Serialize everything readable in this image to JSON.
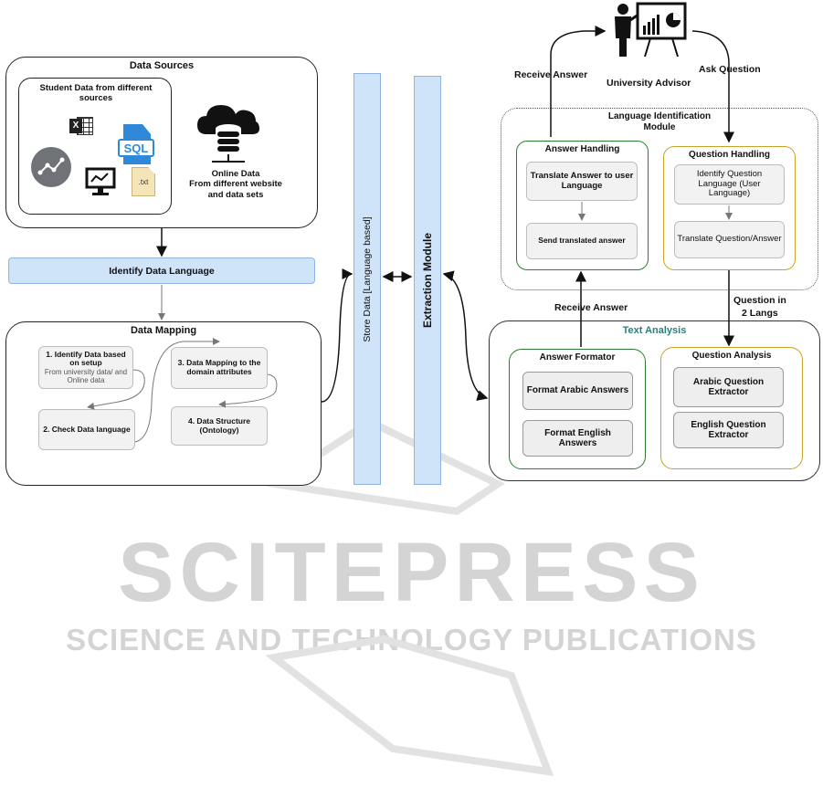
{
  "watermark": {
    "main": "SCITEPRESS",
    "sub": "SCIENCE AND TECHNOLOGY PUBLICATIONS"
  },
  "data_sources": {
    "title": "Data Sources",
    "student_label": "Student Data from different sources",
    "sql_label": "SQL",
    "excel_label": "X",
    "txt_label": ".txt",
    "online_line1": "Online Data",
    "online_line2": "From different website",
    "online_line3": "and  data sets"
  },
  "identify_language": {
    "label": "Identify Data Language"
  },
  "data_mapping": {
    "title": "Data Mapping",
    "step1_title": "1. Identify Data based on setup",
    "step1_sub": "From university data/ and Online data",
    "step2": "2. Check Data language",
    "step3": "3. Data Mapping to the domain attributes",
    "step4": "4. Data Structure (Ontology)"
  },
  "store_data": {
    "label": "Store Data [Language based]"
  },
  "extraction": {
    "label": "Extraction Module"
  },
  "advisor": {
    "label": "University Advisor",
    "receive_answer": "Receive Answer",
    "ask_question": "Ask Question"
  },
  "language_module": {
    "title_line1": "Language Identification",
    "title_line2": "Module",
    "answer_handling": {
      "title": "Answer Handling",
      "translate": "Translate Answer to user Language",
      "send": "Send translated answer"
    },
    "question_handling": {
      "title": "Question Handling",
      "identify": "Identify Question Language (User Language)",
      "translate": "Translate Question/Answer"
    }
  },
  "connector_labels": {
    "receive_answer": "Receive Answer",
    "question_line1": "Question in",
    "question_line2": "2 Langs"
  },
  "text_analysis": {
    "title": "Text Analysis",
    "answer_formator": {
      "title": "Answer Formator",
      "arabic": "Format Arabic Answers",
      "english": "Format English Answers"
    },
    "question_analysis": {
      "title": "Question Analysis",
      "arabic": "Arabic Question Extractor",
      "english": "English Question Extractor"
    }
  },
  "colors": {
    "bar_fill": "#cfe3f9",
    "answer_border": "#2e7d32",
    "question_border": "#c9a227",
    "text_analysis_title": "#2a7f7a"
  }
}
